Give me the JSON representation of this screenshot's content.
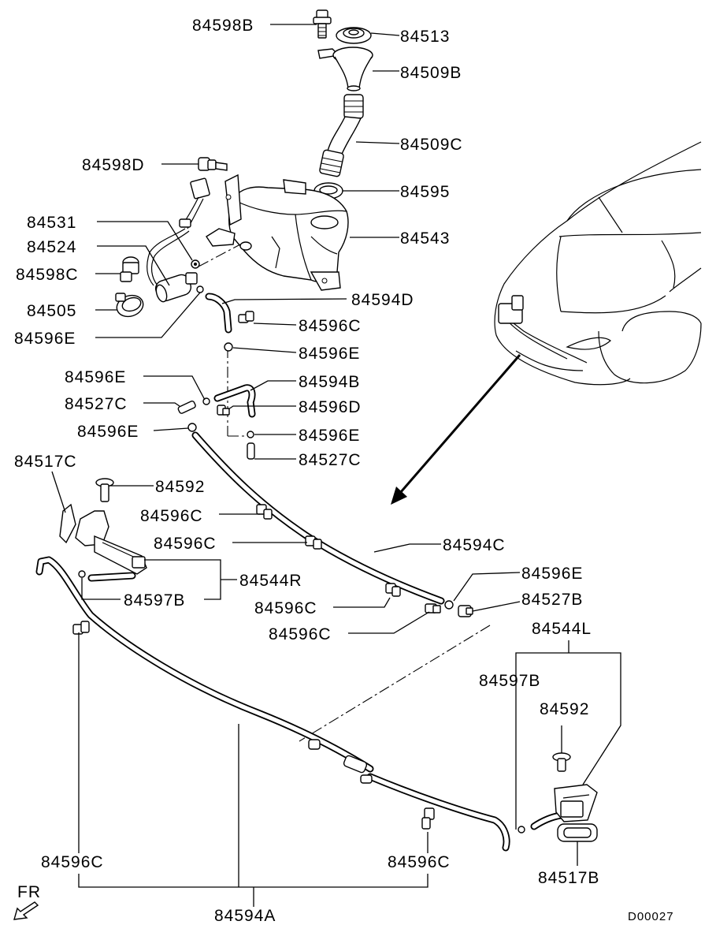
{
  "labels": {
    "l01": "84598B",
    "l02": "84513",
    "l03": "84509B",
    "l04": "84509C",
    "l05": "84598D",
    "l06": "84595",
    "l07": "84531",
    "l08": "84543",
    "l09": "84524",
    "l10": "84598C",
    "l11": "84505",
    "l12": "84594D",
    "l13": "84596C",
    "l14": "84596E",
    "l15": "84596E",
    "l16": "84596E",
    "l17": "84594B",
    "l18": "84527C",
    "l19": "84596D",
    "l20": "84596E",
    "l21": "84596E",
    "l22": "84527C",
    "l23": "84517C",
    "l24": "84592",
    "l25": "84596C",
    "l26": "84596C",
    "l27": "84594C",
    "l28": "84544R",
    "l29": "84596E",
    "l30": "84597B",
    "l31": "84527B",
    "l32": "84596C",
    "l33": "84544L",
    "l34": "84596C",
    "l35": "84597B",
    "l36": "84592",
    "l37": "84596C",
    "l38": "84596C",
    "l39": "84517B",
    "l40": "84594A"
  },
  "direction": {
    "text": "FR"
  },
  "diagram_code": "D00027",
  "icons": {
    "front_arrow": "front-direction-arrow-icon"
  }
}
